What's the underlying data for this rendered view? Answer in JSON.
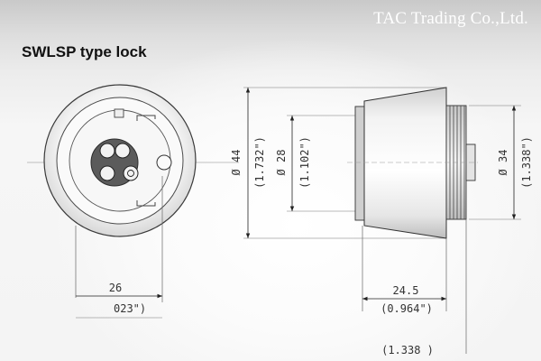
{
  "header": {
    "company": "TAC Trading Co.,Ltd.",
    "title": "SWLSP type lock"
  },
  "dimensions": {
    "front_width_mm": "26",
    "front_width_in": "023\")",
    "outer_dia_mm": "Ø 44",
    "outer_dia_in": "(1.732\")",
    "inner_dia_mm": "Ø 28",
    "inner_dia_in": "(1.102\")",
    "thread_dia_mm": "Ø 34",
    "thread_dia_in": "(1.338\")",
    "body_length_mm": "24.5",
    "body_length_in": "(0.964\")",
    "total_length_in": "(1.338 )"
  },
  "colors": {
    "line": "#3a3a3a",
    "shade_dark": "#555555",
    "brand_text": "#ffffff"
  }
}
